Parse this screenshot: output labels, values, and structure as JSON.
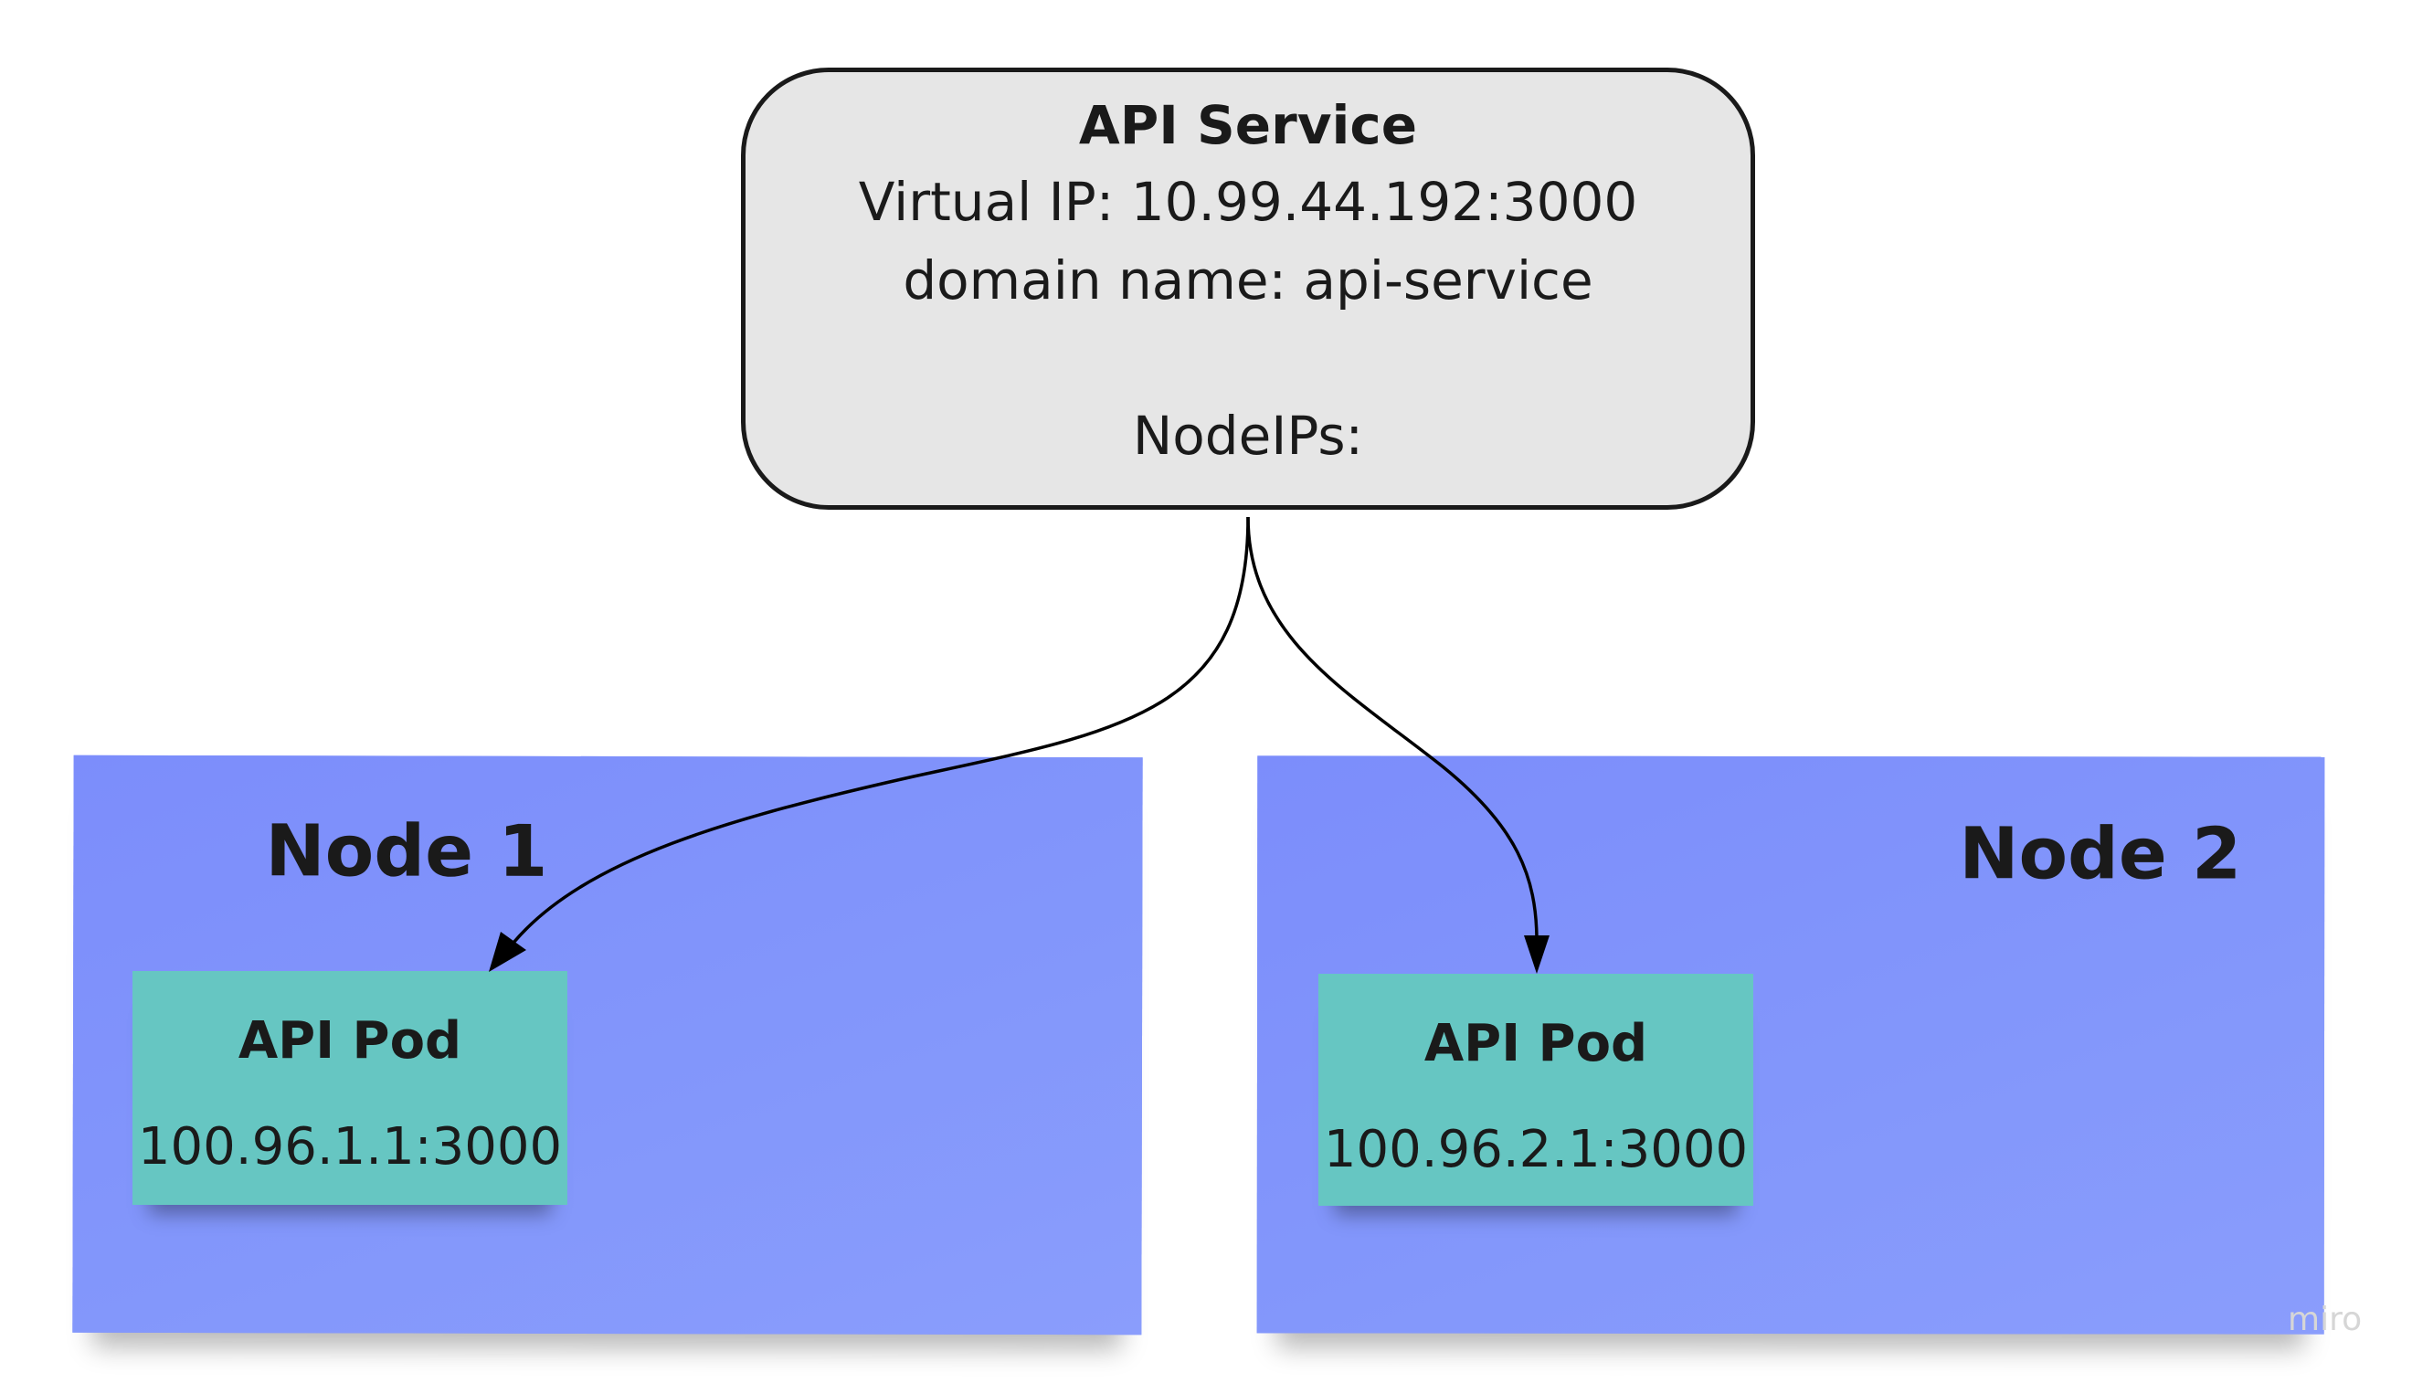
{
  "service": {
    "title": "API Service",
    "virtual_ip": "Virtual IP: 10.99.44.192:3000",
    "domain_name": "domain name: api-service",
    "node_ips": "NodeIPs:"
  },
  "nodes": [
    {
      "title": "Node 1",
      "pod": {
        "title": "API Pod",
        "ip": "100.96.1.1:3000"
      }
    },
    {
      "title": "Node 2",
      "pod": {
        "title": "API Pod",
        "ip": "100.96.2.1:3000"
      }
    }
  ],
  "watermark": "miro",
  "colors": {
    "node_fill": "#7f90fb",
    "pod_fill": "#66c6c2",
    "service_fill": "#e6e6e6",
    "stroke": "#1a1a1a"
  }
}
